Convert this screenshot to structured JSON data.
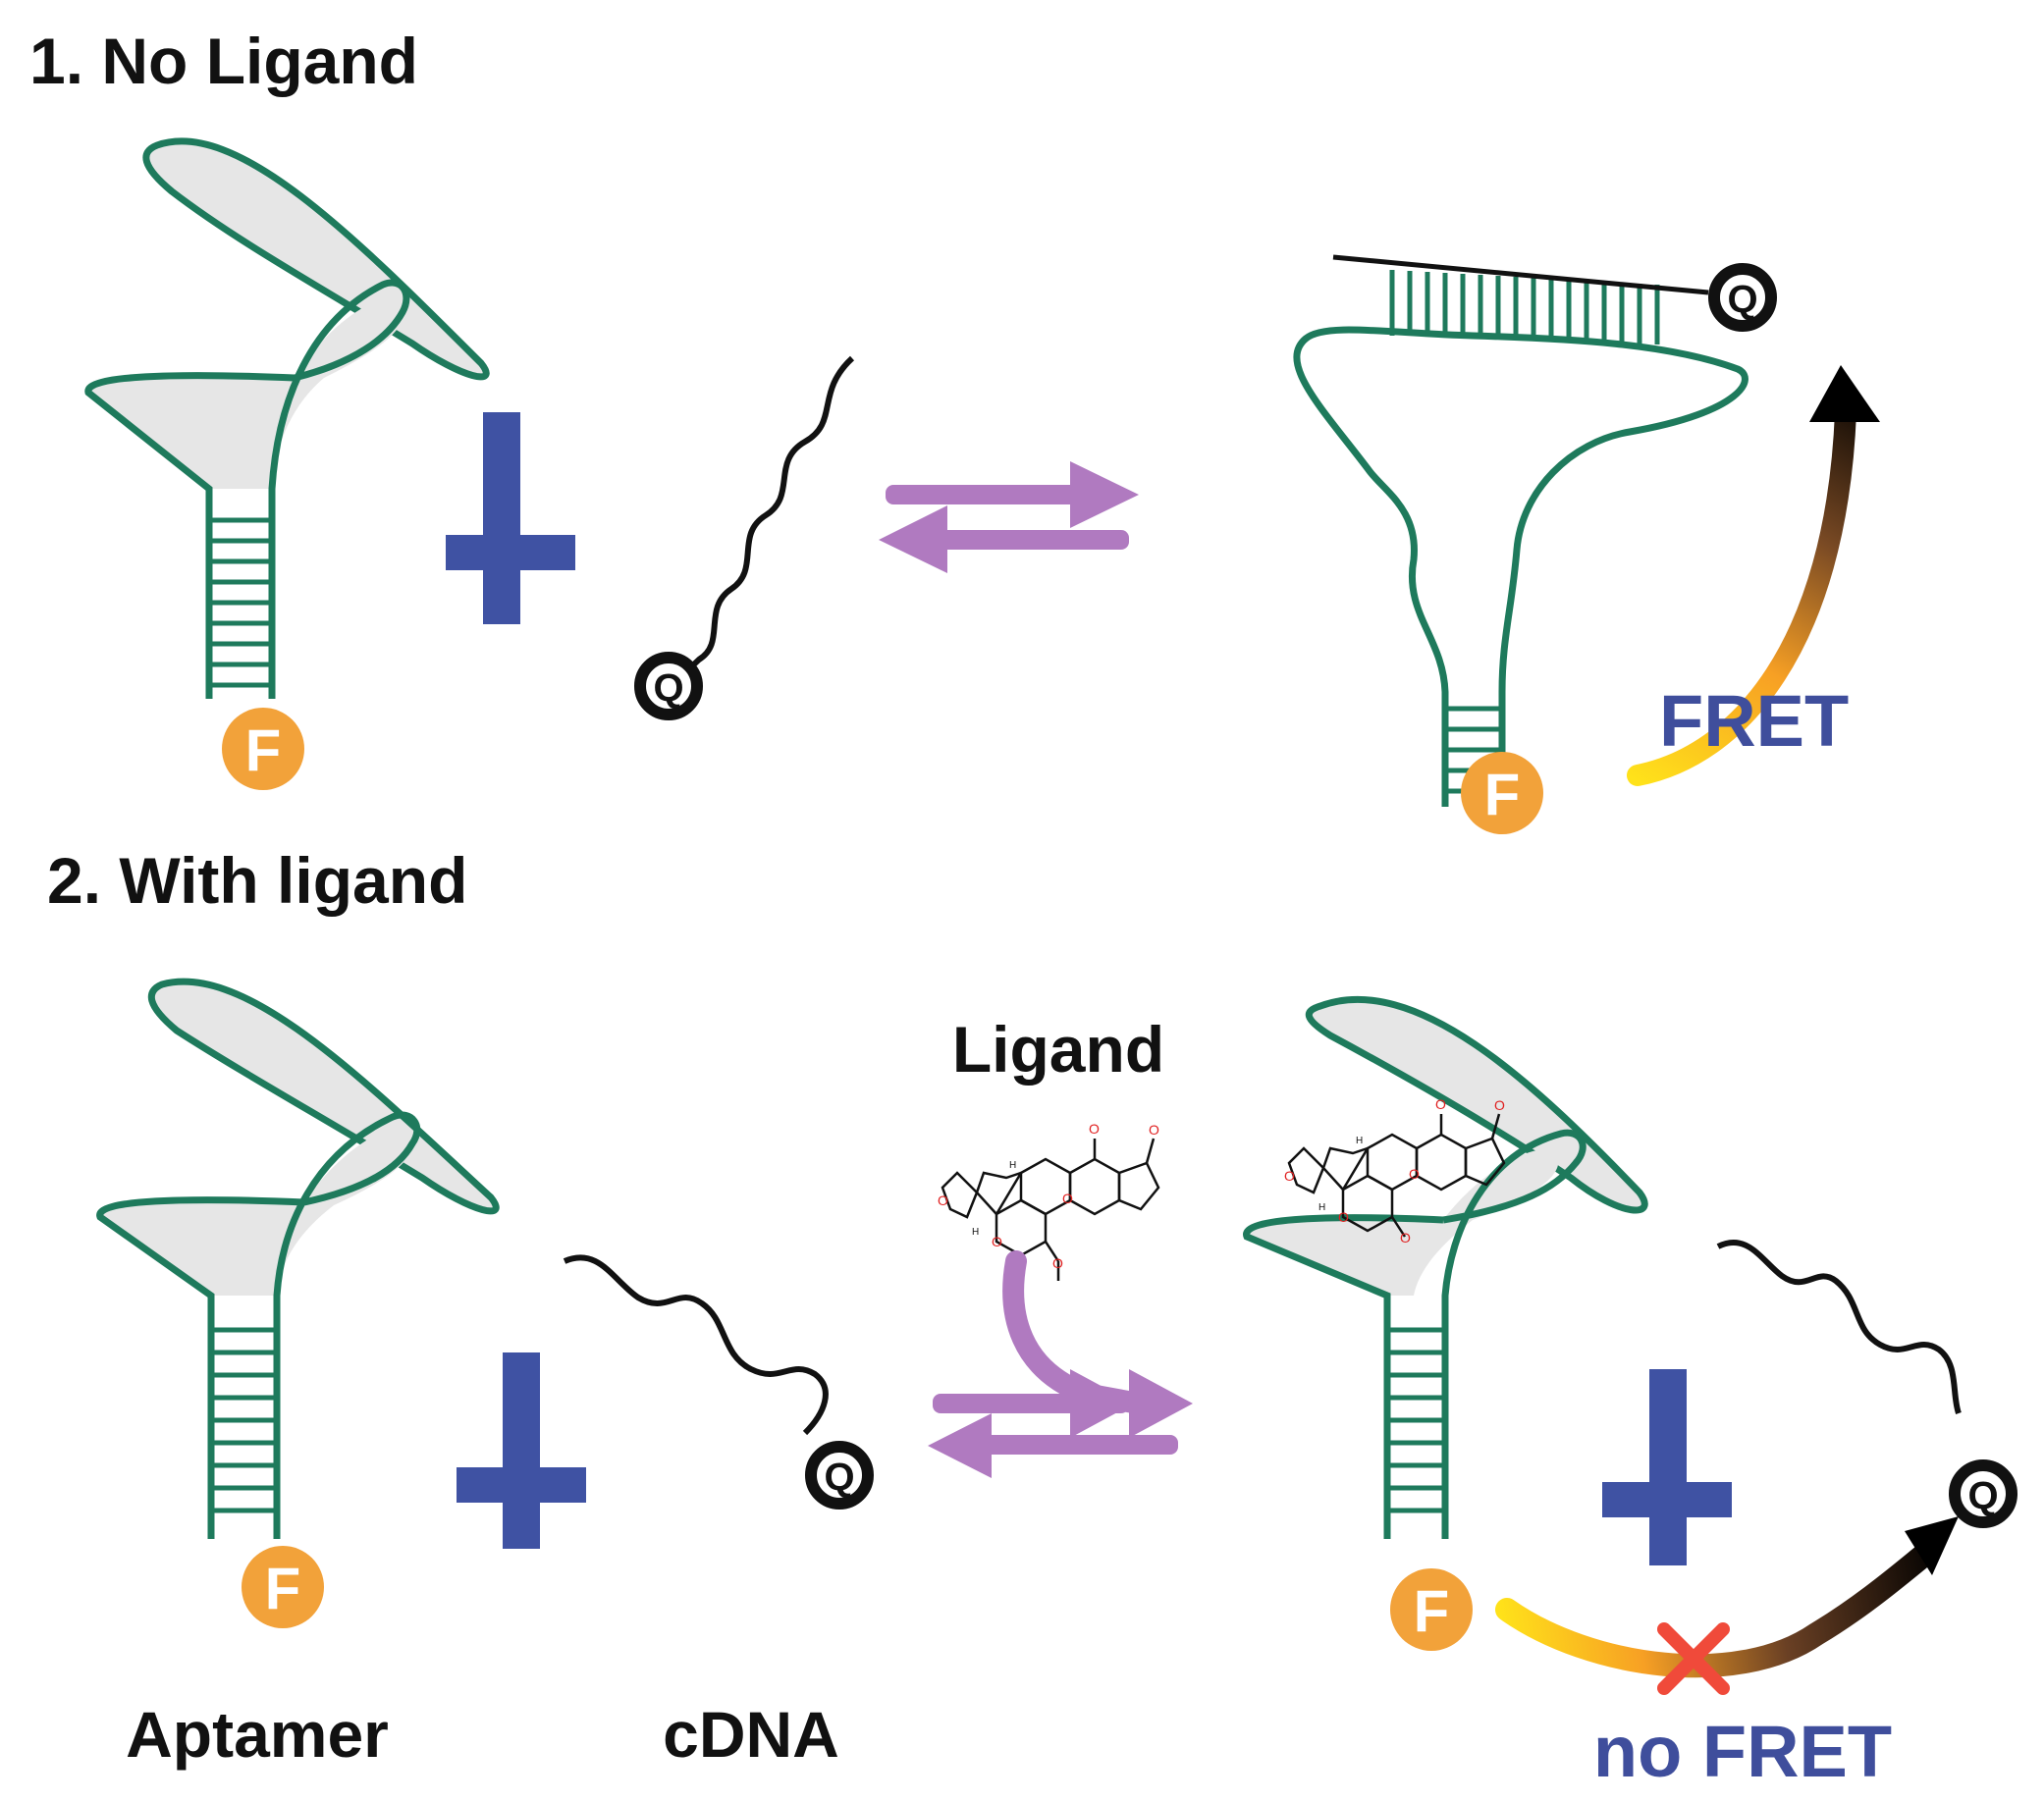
{
  "panels": {
    "no_ligand": {
      "title": "1. No Ligand",
      "fret_label": "FRET"
    },
    "with_ligand": {
      "title": "2. With ligand",
      "ligand_label": "Ligand",
      "no_fret_label": "no FRET"
    }
  },
  "labels": {
    "aptamer": "Aptamer",
    "cdna": "cDNA"
  },
  "markers": {
    "fluorophore": "F",
    "quencher": "Q"
  },
  "colors": {
    "aptamer": "#1e7a5c",
    "plus": "#3f52a3",
    "equilibrium_arrows": "#b07ac0",
    "fluorophore": "#f2a23a",
    "title_text": "#111111",
    "fret_text": "#3f4e9c",
    "cross": "#f04a3a"
  }
}
